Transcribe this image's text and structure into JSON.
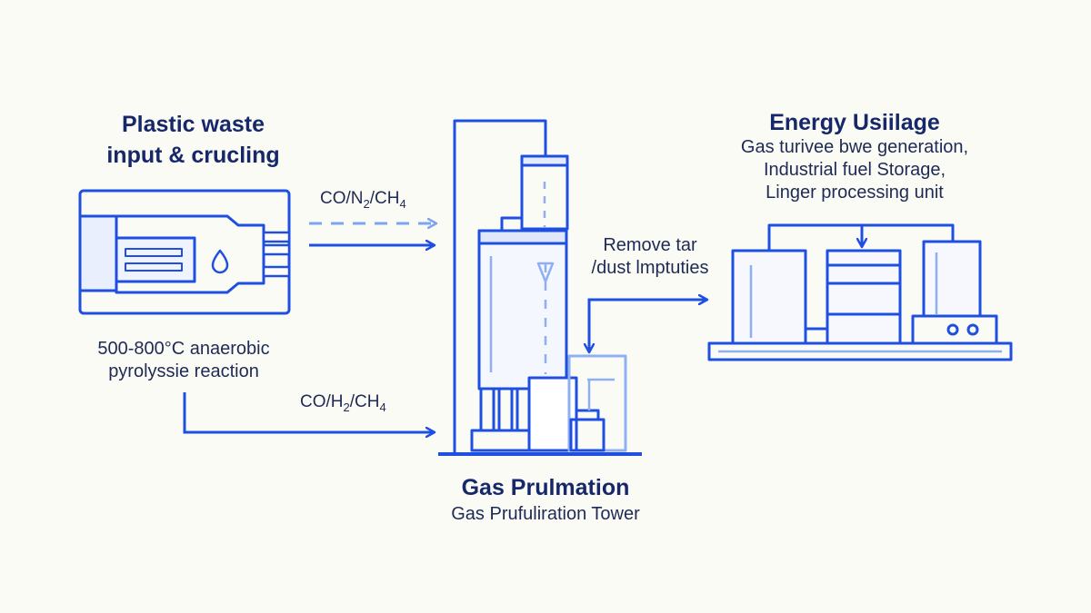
{
  "input": {
    "title_line1": "Plastic waste",
    "title_line2": "input & crucling",
    "caption_line1": "500-800°C anaerobic",
    "caption_line2": "pyrolyssie reaction"
  },
  "flows": {
    "upper_prefix": "CO/N",
    "upper_sub": "2",
    "upper_suffix": "/CH",
    "upper_sub2": "4",
    "lower_prefix": "CO/H",
    "lower_sub": "2",
    "lower_suffix": "/CH",
    "lower_sub2": "4",
    "remove_line1": "Remove tar",
    "remove_line2": "/dust lmptuties"
  },
  "tower": {
    "title": "Gas Prulmation",
    "subtitle": "Gas Prufuliration Tower"
  },
  "energy": {
    "title": "Energy Usiilage",
    "line1": "Gas turivee bwe generation,",
    "line2": "Industrial fuel Storage,",
    "line3": "Linger processing unit"
  },
  "colors": {
    "stroke": "#1f4fe0",
    "light_stroke": "#8eb0f2",
    "text": "#1e2a55"
  }
}
